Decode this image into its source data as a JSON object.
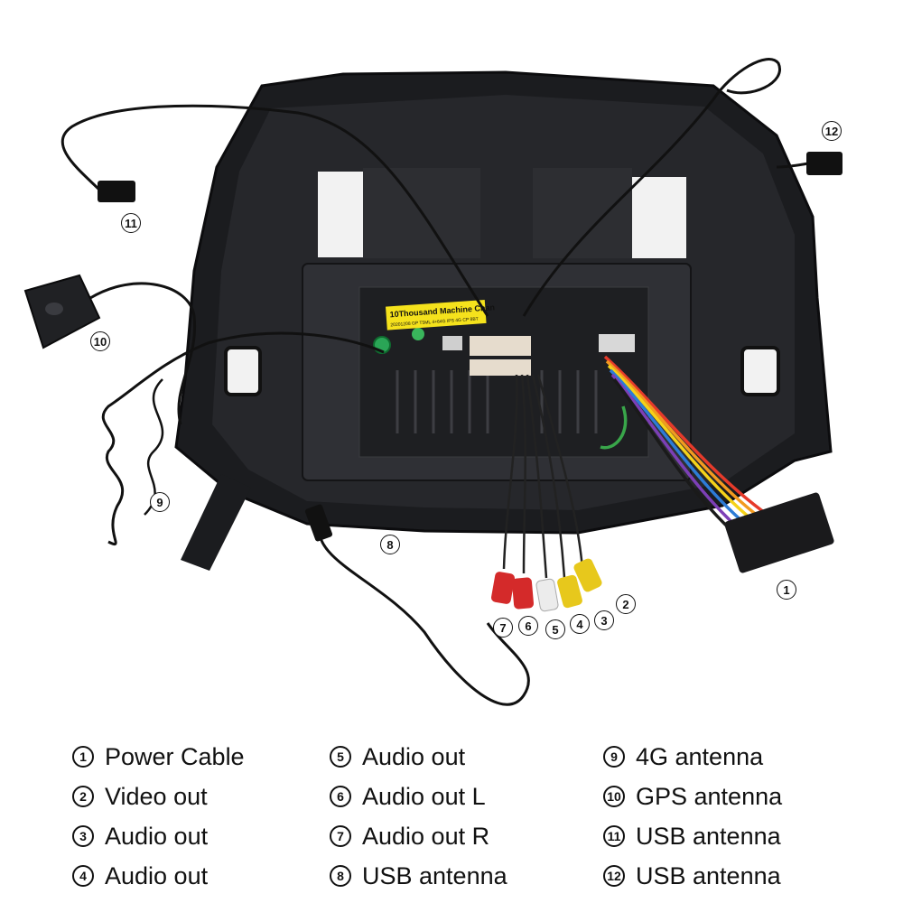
{
  "sticker": {
    "title": "10Thousand Machine Chan",
    "subtitle": "20201208 GP T5ML 4+64G IPS 4G CP 8BT"
  },
  "callouts": [
    "1",
    "2",
    "3",
    "4",
    "5",
    "6",
    "7",
    "8",
    "9",
    "10",
    "11",
    "12"
  ],
  "legend": [
    {
      "num": "1",
      "label": "Power Cable"
    },
    {
      "num": "2",
      "label": "Video out"
    },
    {
      "num": "3",
      "label": "Audio out"
    },
    {
      "num": "4",
      "label": "Audio out"
    },
    {
      "num": "5",
      "label": "Audio out"
    },
    {
      "num": "6",
      "label": "Audio out L"
    },
    {
      "num": "7",
      "label": "Audio out R"
    },
    {
      "num": "8",
      "label": "USB antenna"
    },
    {
      "num": "9",
      "label": "4G antenna"
    },
    {
      "num": "10",
      "label": "GPS antenna"
    },
    {
      "num": "11",
      "label": "USB antenna"
    },
    {
      "num": "12",
      "label": "USB antenna"
    }
  ],
  "colors": {
    "housing": "#1b1c1f",
    "sticker": "#f5e21c",
    "rca_red": "#d42a2a",
    "rca_yellow": "#e7c81c",
    "rca_white": "#ececec"
  }
}
